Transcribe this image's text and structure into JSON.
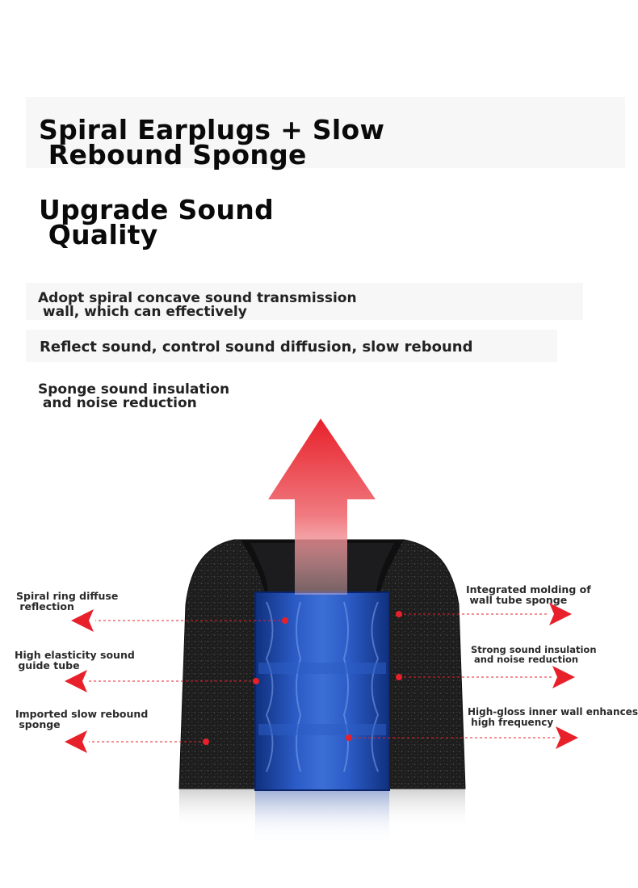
{
  "heading": {
    "line1": "Spiral Earplugs + Slow\n Rebound Sponge",
    "line2": "Upgrade Sound\n Quality"
  },
  "description": {
    "p1": "Adopt spiral concave sound transmission\n wall, which can effectively",
    "p2": "Reflect sound, control sound diffusion, slow rebound",
    "p3": "Sponge sound insulation\n and noise reduction"
  },
  "callouts": {
    "left": [
      "Spiral ring diffuse\n reflection",
      "High elasticity sound\n guide tube",
      "Imported slow rebound\n sponge"
    ],
    "right": [
      "Integrated molding of\n wall tube sponge",
      "Strong sound insulation\n and noise reduction",
      "High-gloss inner wall enhances\n high frequency"
    ]
  },
  "colors": {
    "arrow_red": "#e8202a",
    "tube_blue": "#1a3f9a",
    "foam_black": "#1b1b1b"
  }
}
